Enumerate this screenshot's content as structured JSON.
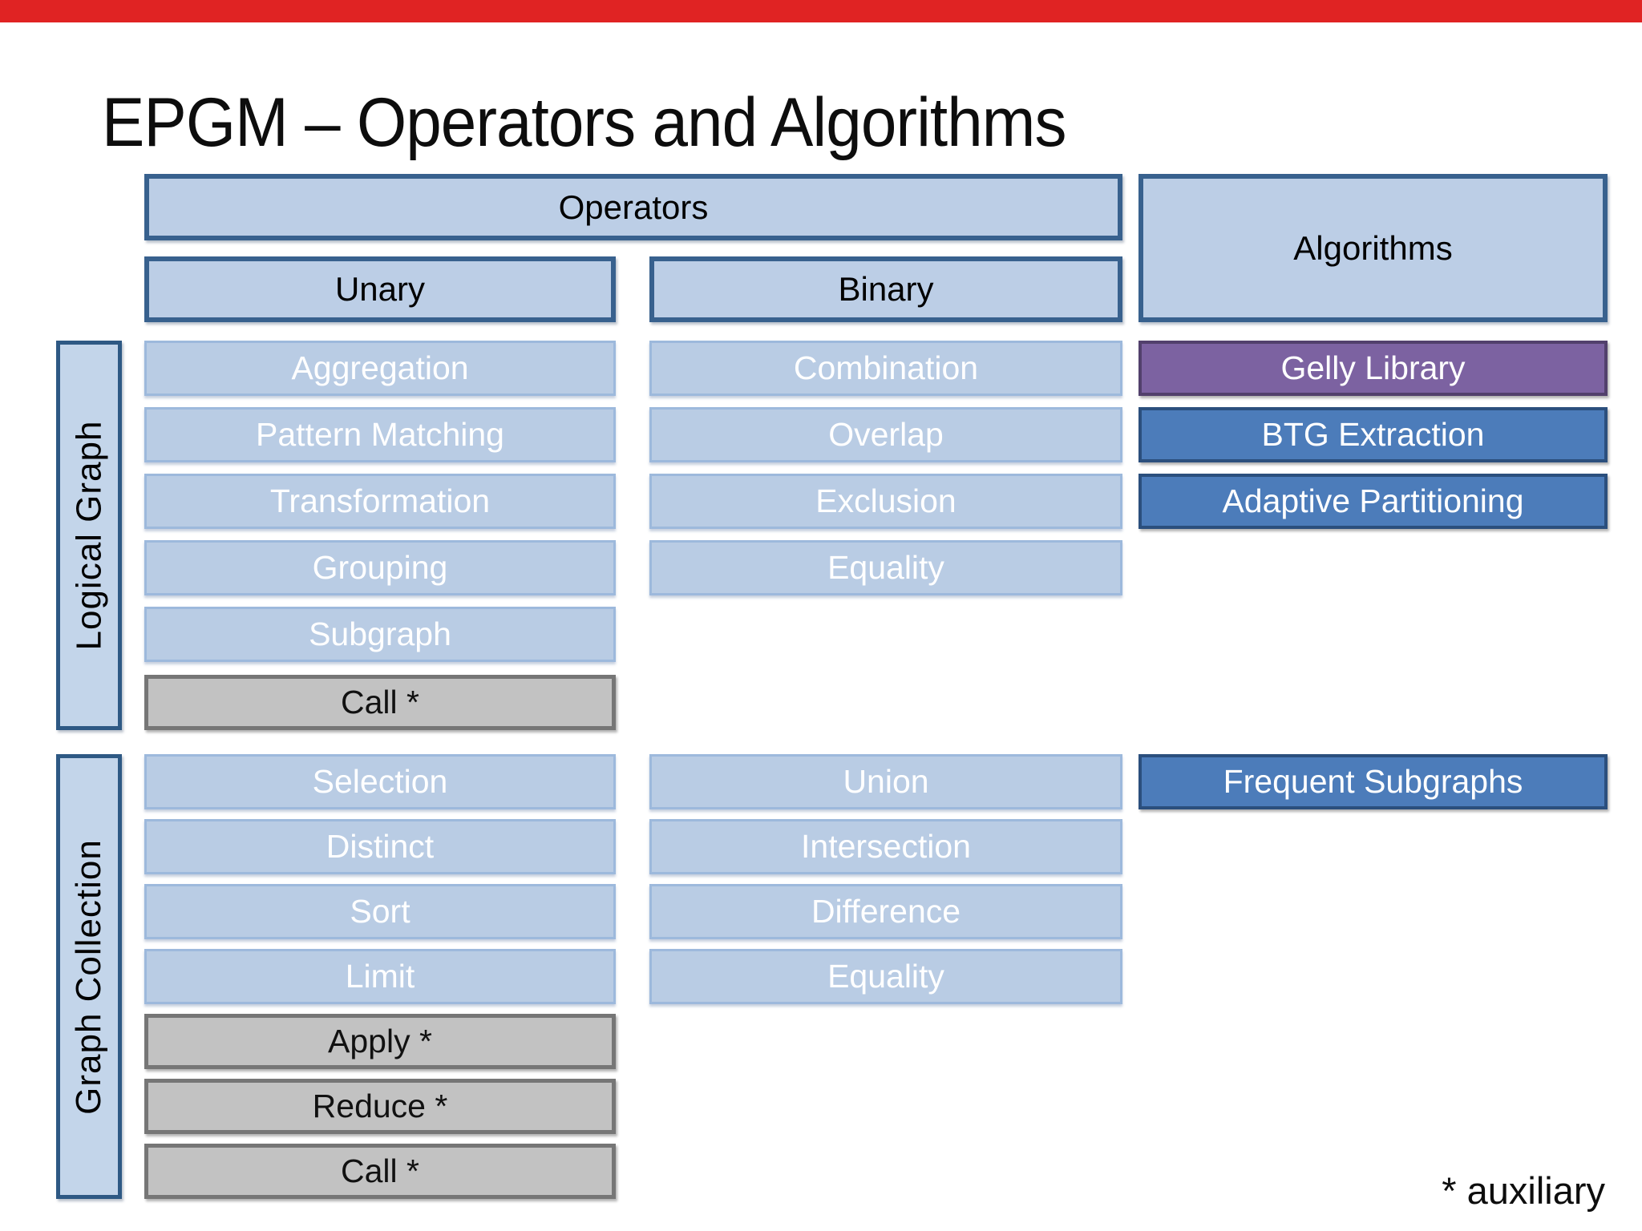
{
  "page": {
    "top_bar_color": "#e02323",
    "background": "#ffffff"
  },
  "title": "EPGM – Operators and Algorithms",
  "headers": {
    "operators": "Operators",
    "unary": "Unary",
    "binary": "Binary",
    "algorithms": "Algorithms"
  },
  "colors": {
    "header_fill": "#bccee6",
    "header_border": "#38618e",
    "row_light_fill": "#b9cce4",
    "row_light_border": "#9db9dc",
    "row_gray_fill": "#c2c2c2",
    "row_gray_border": "#767676",
    "purple_fill": "#7c62a1",
    "blue_fill": "#4c7cba",
    "label_fill": "#c3d5ea",
    "label_border": "#2e5984"
  },
  "sections": [
    {
      "label": "Logical Graph",
      "unary": [
        {
          "label": "Aggregation",
          "style": "light"
        },
        {
          "label": "Pattern Matching",
          "style": "light"
        },
        {
          "label": "Transformation",
          "style": "light"
        },
        {
          "label": "Grouping",
          "style": "light"
        },
        {
          "label": "Subgraph",
          "style": "light"
        },
        {
          "label": "Call *",
          "style": "gray"
        }
      ],
      "binary": [
        {
          "label": "Combination",
          "style": "light"
        },
        {
          "label": "Overlap",
          "style": "light"
        },
        {
          "label": "Exclusion",
          "style": "light"
        },
        {
          "label": "Equality",
          "style": "light"
        }
      ],
      "algorithms": [
        {
          "label": "Gelly Library",
          "style": "purple"
        },
        {
          "label": "BTG Extraction",
          "style": "blue"
        },
        {
          "label": "Adaptive Partitioning",
          "style": "blue"
        }
      ]
    },
    {
      "label": "Graph Collection",
      "unary": [
        {
          "label": "Selection",
          "style": "light"
        },
        {
          "label": "Distinct",
          "style": "light"
        },
        {
          "label": "Sort",
          "style": "light"
        },
        {
          "label": "Limit",
          "style": "light"
        },
        {
          "label": "Apply *",
          "style": "gray"
        },
        {
          "label": "Reduce *",
          "style": "gray"
        },
        {
          "label": "Call *",
          "style": "gray"
        }
      ],
      "binary": [
        {
          "label": "Union",
          "style": "light"
        },
        {
          "label": "Intersection",
          "style": "light"
        },
        {
          "label": "Difference",
          "style": "light"
        },
        {
          "label": "Equality",
          "style": "light"
        }
      ],
      "algorithms": [
        {
          "label": "Frequent Subgraphs",
          "style": "blue"
        }
      ]
    }
  ],
  "footnote": "* auxiliary"
}
